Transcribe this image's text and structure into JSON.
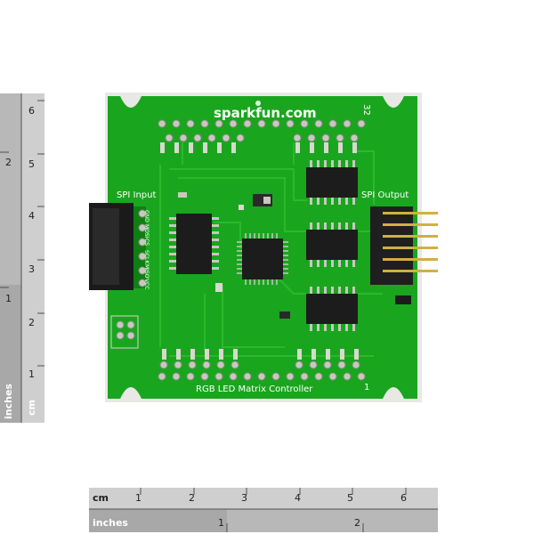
{
  "board": {
    "logo": "sparkfun.com",
    "title": "RGB LED Matrix Controller",
    "spi_input_label": "SPI Input",
    "spi_output_label": "SPI Output",
    "corner_top": "32",
    "corner_bottom": "1",
    "pin_labels": [
      "GND",
      "MOSI",
      "CS",
      "SCLK",
      "MISO",
      "VCC"
    ],
    "colors": {
      "pcb": "#1aa51f",
      "pcb_dark": "#128a17",
      "pad": "#c8c8c0",
      "chip": "#1c1c1c"
    }
  },
  "ruler_left": {
    "unit_top": "cm",
    "unit_bottom": "inches",
    "cm_marks": [
      "6",
      "5",
      "4",
      "3",
      "2",
      "1"
    ],
    "inch_marks": [
      "2",
      "1"
    ]
  },
  "ruler_bottom": {
    "unit_top": "cm",
    "unit_bottom": "inches",
    "cm_marks": [
      "1",
      "2",
      "3",
      "4",
      "5",
      "6"
    ],
    "inch_marks": [
      "1",
      "2"
    ]
  }
}
